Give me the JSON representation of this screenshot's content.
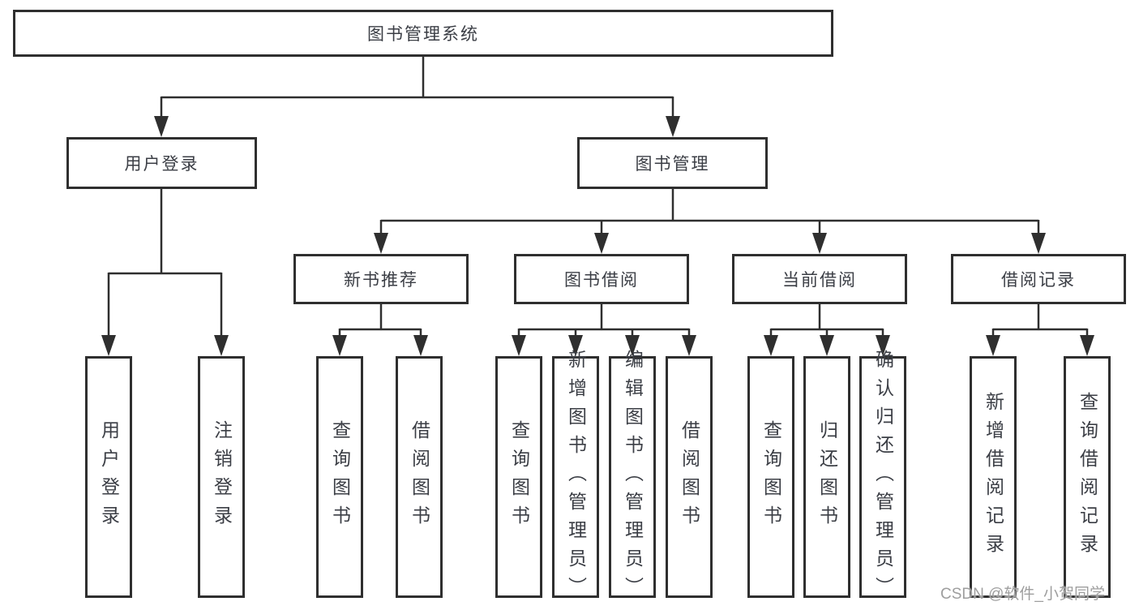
{
  "diagram": {
    "root": {
      "label": "图书管理系统"
    },
    "level2": [
      {
        "label": "用户登录"
      },
      {
        "label": "图书管理"
      }
    ],
    "level3": [
      {
        "label": "新书推荐"
      },
      {
        "label": "图书借阅"
      },
      {
        "label": "当前借阅"
      },
      {
        "label": "借阅记录"
      }
    ],
    "leaves": [
      {
        "label": "用户登录"
      },
      {
        "label": "注销登录"
      },
      {
        "label": "查询图书"
      },
      {
        "label": "借阅图书"
      },
      {
        "label": "查询图书"
      },
      {
        "label": "新增图书（管理员）"
      },
      {
        "label": "编辑图书（管理员）"
      },
      {
        "label": "借阅图书"
      },
      {
        "label": "查询图书"
      },
      {
        "label": "归还图书"
      },
      {
        "label": "确认归还（管理员）"
      },
      {
        "label": "新增借阅记录"
      },
      {
        "label": "查询借阅记录"
      }
    ],
    "watermark": "CSDN @软件_小贺同学",
    "colors": {
      "line": "#2f2f2f",
      "text": "#3b3e45",
      "watermark": "#9e9e9e",
      "background": "#ffffff"
    }
  }
}
